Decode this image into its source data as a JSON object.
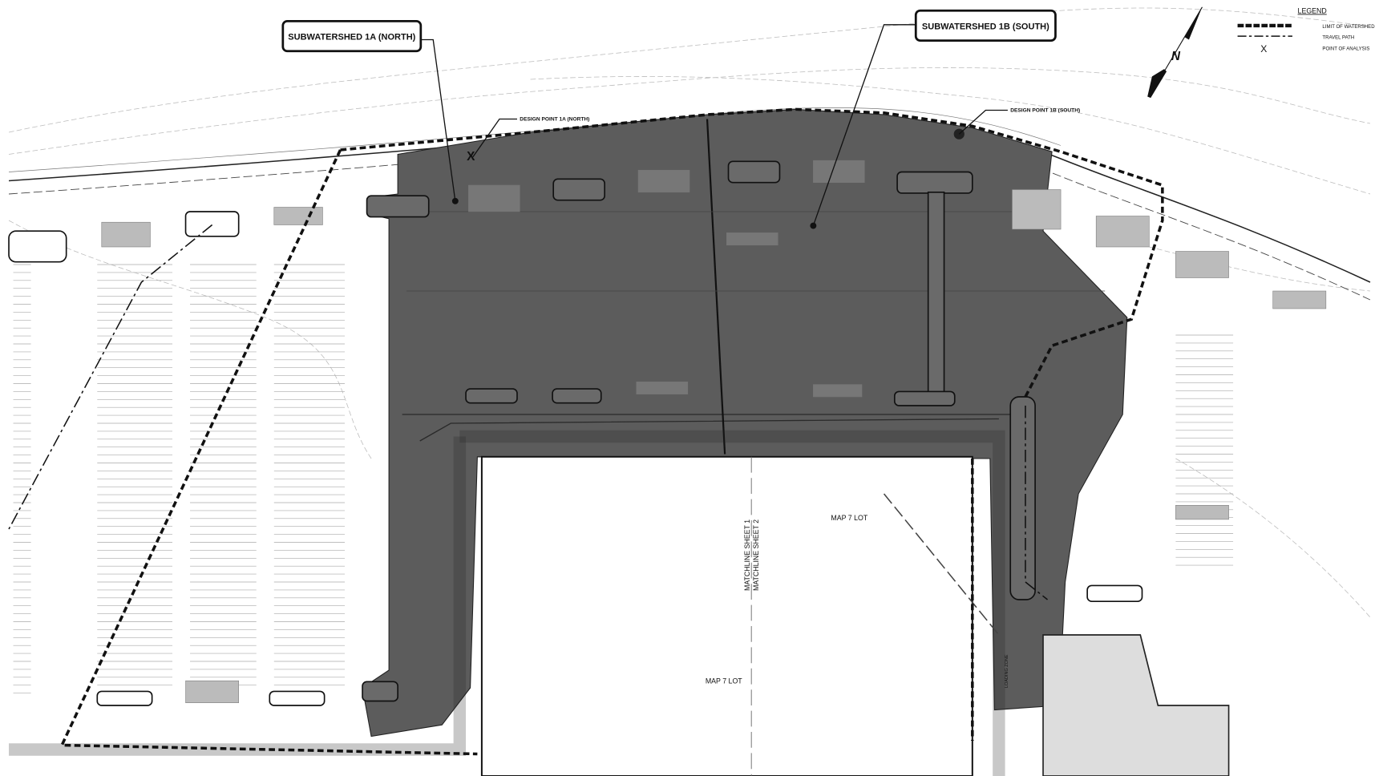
{
  "labels": {
    "subwatershed_north": "SUBWATERSHED 1A (NORTH)",
    "subwatershed_south": "SUBWATERSHED 1B (SOUTH)",
    "design_point_north": "DESIGN POINT 1A (NORTH)",
    "design_point_south": "DESIGN POINT 1B (SOUTH)",
    "map_lot_upper": "MAP 7 LOT",
    "map_lot_lower": "MAP 7 LOT",
    "matchline_1": "MATCHLINE SHEET 1",
    "matchline_2": "MATCHLINE SHEET 2",
    "loading_zone": "LOADING ZONE",
    "point_marker": "X"
  },
  "legend": {
    "title": "LEGEND",
    "items": [
      {
        "symbol": "thick-dashed-line",
        "label": "LIMIT OF WATERSHED"
      },
      {
        "symbol": "dash-dot-line",
        "label": "TRAVEL PATH"
      },
      {
        "symbol": "X",
        "label": "POINT OF ANALYSIS"
      }
    ]
  },
  "north_arrow": {
    "label": "N"
  },
  "colors": {
    "watershed_fill": "#5c5c5c",
    "boundary": "#111111",
    "background": "#ffffff"
  }
}
